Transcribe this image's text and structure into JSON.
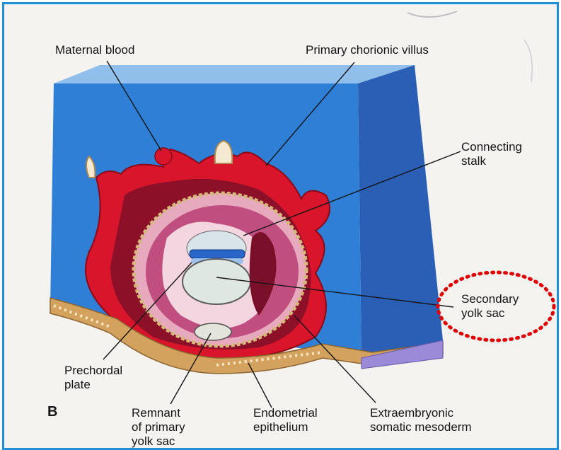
{
  "figure": {
    "panel_letter": "B",
    "labels": {
      "maternal_blood": "Maternal blood",
      "primary_chorionic_villus": "Primary chorionic villus",
      "connecting_stalk": "Connecting\nstalk",
      "secondary_yolk_sac": "Secondary\nyolk sac",
      "prechordal_plate": "Prechordal\nplate",
      "remnant_primary_yolk_sac": "Remnant\nof primary\nyolk sac",
      "endometrial_epithelium": "Endometrial\nepithelium",
      "extraembryonic_somatic_mesoderm": "Extraembryonic\nsomatic mesoderm"
    }
  },
  "colors": {
    "frame_border": "#1f8fd8",
    "tissue_block": "#2f7fd6",
    "trophoblast_red": "#d8152a",
    "highlight_circle": "#e00000"
  }
}
